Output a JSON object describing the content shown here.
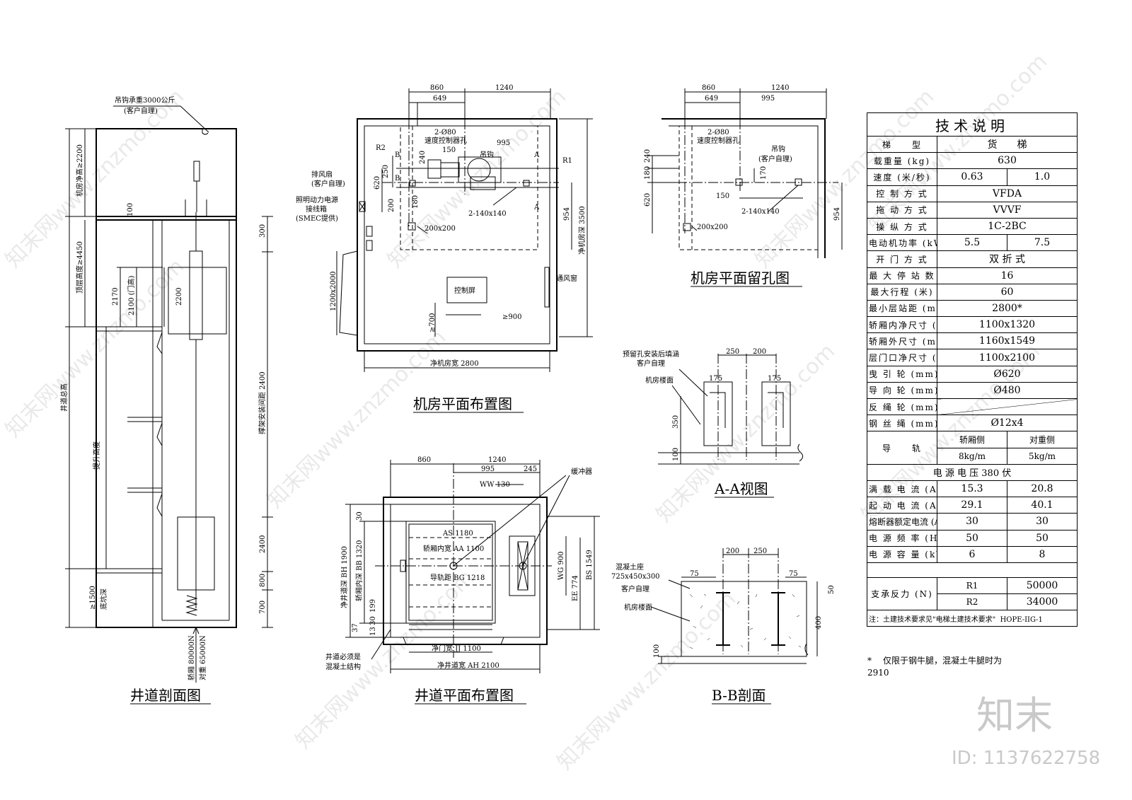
{
  "watermark": {
    "text": "知末网www.znzmo.com",
    "brand": "知末",
    "id": "ID: 1137622758"
  },
  "shaft_section": {
    "title": "井道剖面图",
    "hook_label": "吊钩承重3000公斤",
    "hook_sub": "(客户自理)",
    "dim_machine_room": "机房净高≥2200",
    "dim_100": "100",
    "dim_top_floor": "顶层高度≥4450",
    "dim_2170": "2170",
    "dim_door": "2100 (门高)",
    "dim_2200": "2200",
    "dim_shaft_total": "井道总高",
    "dim_travel": "提升高度",
    "dim_pit": "≥1500",
    "dim_pit_label": "底坑深",
    "dim_300": "300",
    "dim_bracket": "撑架安装间距 2400",
    "dim_2400b": "2400",
    "dim_800": "800",
    "dim_700": "700",
    "load_car": "轿厢 80000N",
    "load_cw": "对重 65000N"
  },
  "machine_room_layout": {
    "title": "机房平面布置图",
    "dim_860": "860",
    "dim_1240": "1240",
    "dim_649": "649",
    "dim_995": "995",
    "dim_150": "150",
    "label_holes": "2-Ø80",
    "label_governor": "速度控制器孔",
    "label_hook": "吊钩",
    "label_r1": "R1",
    "label_r2": "R2",
    "label_a": "A",
    "label_b": "B",
    "dim_240": "240",
    "dim_250": "250",
    "dim_620": "620",
    "dim_200": "200",
    "dim_180": "180",
    "label_2x140": "2-140x140",
    "label_200x200": "200x200",
    "label_fan": "排风扇",
    "label_fan_sub": "(客户自理)",
    "label_power": "照明动力电源",
    "label_power2": "接线箱",
    "label_power3": "(SMEC提供)",
    "dim_954": "954",
    "dim_depth": "净机房深 3500",
    "label_window": "通风窗",
    "label_panel": "控制屏",
    "dim_door": "1200x2000",
    "dim_900": "≥900",
    "dim_700": "≥700",
    "dim_width": "净机房宽 2800"
  },
  "machine_room_holes": {
    "title": "机房平面留孔图",
    "dim_860": "860",
    "dim_1240": "1240",
    "dim_649": "649",
    "dim_995": "995",
    "label_holes": "2-Ø80",
    "label_governor": "速度控制器孔",
    "label_hook": "吊钩",
    "label_hook_sub": "(客户自理)",
    "dim_240": "240",
    "dim_180": "180",
    "dim_620": "620",
    "dim_170": "170",
    "dim_150": "150",
    "label_2x140": "2-140x140",
    "label_200x200": "200x200",
    "dim_954": "954"
  },
  "shaft_layout": {
    "title": "井道平面布置图",
    "dim_860": "860",
    "dim_1240": "1240",
    "dim_995": "995",
    "dim_245": "245",
    "label_ww": "WW 130",
    "label_buffer": "缓冲器",
    "label_as": "AS 1180",
    "label_aa": "轿厢内宽 AA 1100",
    "label_bg": "导轨距 BG 1218",
    "label_bh": "净井道深 BH 1900",
    "label_bb": "轿厢内深 BB 1320",
    "dim_30": "30",
    "dim_199": "199",
    "dim_37": "37",
    "dim_13": "13",
    "dim_30b": "30",
    "label_wg": "WG 900",
    "label_ee": "EE 774",
    "label_bs": "BS 1549",
    "label_jj": "净门宽 JJ 1100",
    "label_ah": "净井道宽 AH 2100",
    "label_concrete": "井道必须是",
    "label_concrete2": "混凝土结构"
  },
  "view_aa": {
    "title": "A-A视图",
    "label_fill": "预留孔安装后填涵",
    "label_fill_sub": "客户自理",
    "label_floor": "机房楼面",
    "dim_250": "250",
    "dim_200": "200",
    "dim_175a": "175",
    "dim_175b": "175",
    "dim_350": "350",
    "dim_100": "100"
  },
  "section_bb": {
    "title": "B-B剖面",
    "label_base": "混凝土座",
    "label_base_size": "725x450x300",
    "label_base_sub": "客户自理",
    "label_floor": "机房楼面",
    "dim_200": "200",
    "dim_250": "250",
    "dim_75a": "75",
    "dim_75b": "75",
    "dim_50": "50",
    "dim_400": "400",
    "dim_100": "100"
  },
  "spec": {
    "title": "技术说明",
    "rows": [
      {
        "k": "梯　　型",
        "v": "货　　梯"
      },
      {
        "k": "载重量 (kg)",
        "v": "630"
      },
      {
        "k": "速度 (米/秒)",
        "v1": "0.63",
        "v2": "1.0"
      },
      {
        "k": "控 制 方 式",
        "v": "VFDA"
      },
      {
        "k": "拖 动 方 式",
        "v": "VVVF"
      },
      {
        "k": "操 纵 方 式",
        "v": "1C-2BC"
      },
      {
        "k": "电动机功率 (kW)",
        "v1": "5.5",
        "v2": "7.5"
      },
      {
        "k": "开 门 方 式",
        "v": "双 折 式"
      },
      {
        "k": "最 大 停 站 数",
        "v": "16"
      },
      {
        "k": "最大行程 (米)",
        "v": "60"
      },
      {
        "k": "最小层站距 (mm)",
        "v": "2800*"
      },
      {
        "k": "轿厢内净尺寸 (mm)",
        "v": "1100x1320"
      },
      {
        "k": "轿厢外尺寸 (mm)",
        "v": "1160x1549"
      },
      {
        "k": "层门口净尺寸 (mm)",
        "v": "1100x2100"
      },
      {
        "k": "曳 引 轮 (mm)",
        "v": "Ø620"
      },
      {
        "k": "导 向 轮 (mm)",
        "v": "Ø480"
      },
      {
        "k": "反 绳 轮 (mm)",
        "v": ""
      },
      {
        "k": "钢 丝 绳 (mm)",
        "v": "Ø12x4"
      }
    ],
    "rail_label": "导　　轨",
    "rail_car_side": "轿厢侧",
    "rail_cw_side": "对重侧",
    "rail_car": "8kg/m",
    "rail_cw": "5kg/m",
    "voltage": "电 源 电 压 380 伏",
    "elec_rows": [
      {
        "k": "满 载 电 流 (A)",
        "v1": "15.3",
        "v2": "20.8"
      },
      {
        "k": "起 动 电 流 (A)",
        "v1": "29.1",
        "v2": "40.1"
      },
      {
        "k": "熔断器额定电流 (A)",
        "v1": "30",
        "v2": "30"
      },
      {
        "k": "电 源 频 率 (Hz)",
        "v1": "50",
        "v2": "50"
      },
      {
        "k": "电 源 容 量 (kVA)",
        "v1": "6",
        "v2": "8"
      }
    ],
    "reaction_label": "支承反力 (N)",
    "r1_label": "R1",
    "r1": "50000",
    "r2_label": "R2",
    "r2": "34000",
    "note": "注：土建技术要求见\"电梯土建技术要求\"",
    "code": "HOPE-IIG-1"
  },
  "footnote": {
    "star": "*",
    "line1": "仅限于钢牛腿，混凝土牛腿时为",
    "line2": "2910"
  }
}
